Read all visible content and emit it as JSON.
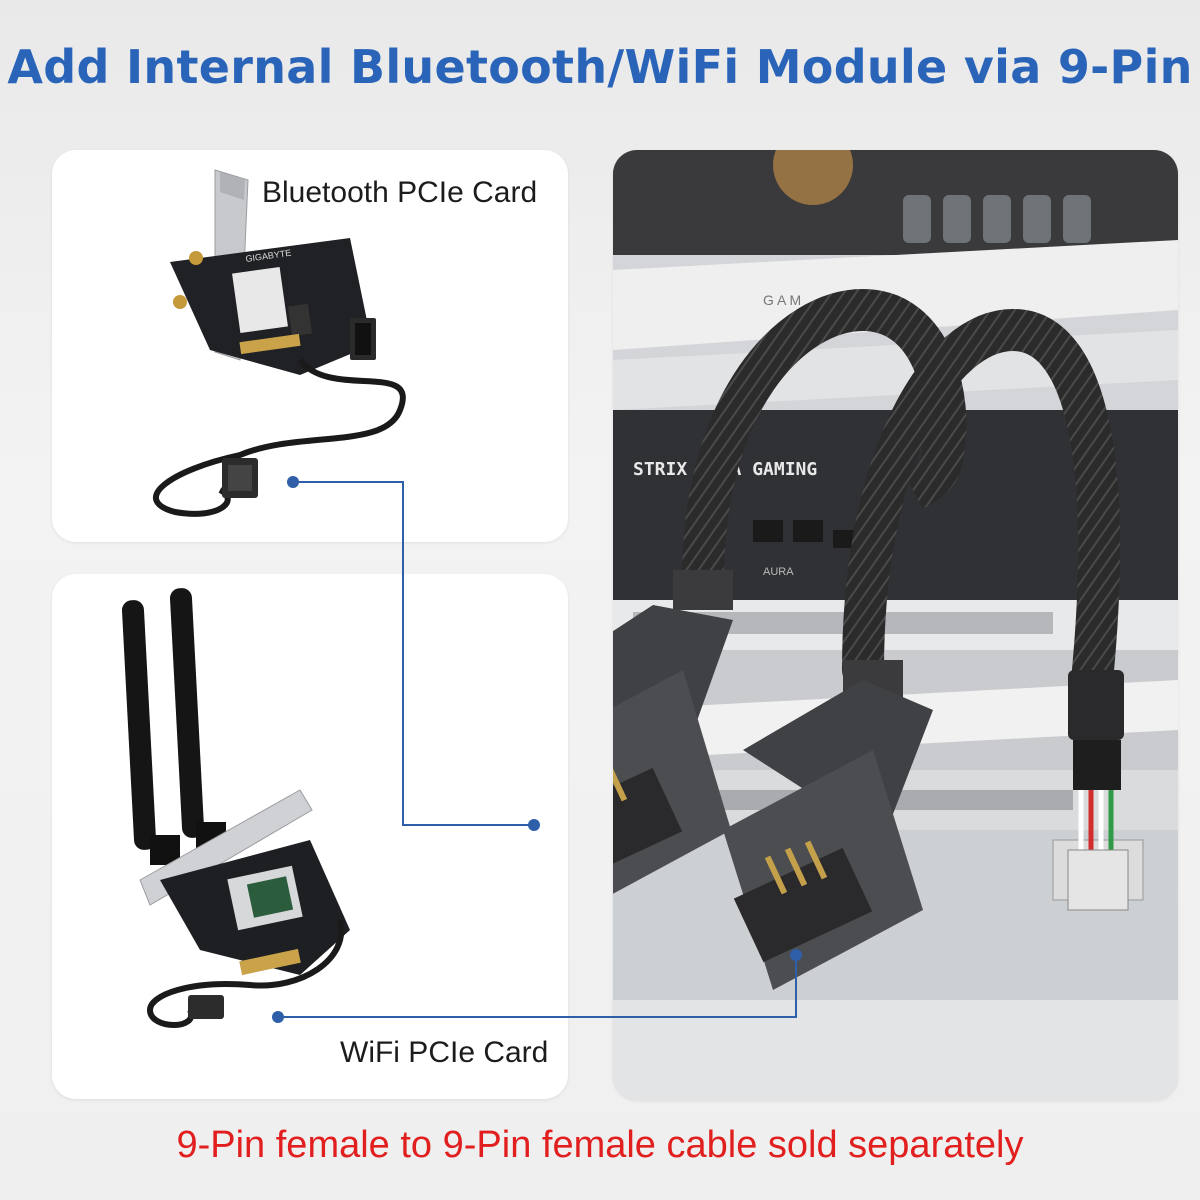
{
  "headline": "Add Internal Bluetooth/WiFi Module via 9-Pin",
  "cards": {
    "bluetooth": {
      "label": "Bluetooth PCIe Card"
    },
    "wifi": {
      "label": "WiFi PCIe Card"
    }
  },
  "motherboard": {
    "silkscreen_model": "STRIX Z…-A GAMING",
    "silkscreen_series": "G A M",
    "brand_text": "AURA"
  },
  "footer_note": "9-Pin female to 9-Pin female cable sold separately",
  "colors": {
    "headline": "#2a64b9",
    "footer_note": "#e21f1f",
    "connector_line": "#2e5fa8"
  }
}
